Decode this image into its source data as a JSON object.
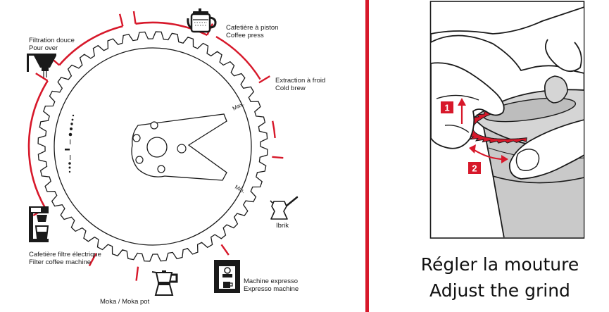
{
  "colors": {
    "accent": "#d7182a",
    "ink": "#1a1a1a",
    "skin": "#ffffff",
    "grinder": "#c9c9c9"
  },
  "methods": [
    {
      "id": "cafetiere-piston",
      "lines": [
        "Cafetière à piston",
        "Coffee press"
      ],
      "icon": "french-press-icon"
    },
    {
      "id": "cold-brew",
      "lines": [
        "Extraction à froid",
        "Cold brew"
      ],
      "icon": ""
    },
    {
      "id": "ibrik",
      "lines": [
        "Ibrik"
      ],
      "icon": "ibrik-icon"
    },
    {
      "id": "expresso",
      "lines": [
        "Machine expresso",
        "Expresso machine"
      ],
      "icon": "espresso-machine-icon"
    },
    {
      "id": "moka",
      "lines": [
        "Moka / Moka pot"
      ],
      "icon": "moka-pot-icon"
    },
    {
      "id": "filtre-electrique",
      "lines": [
        "Cafetière filtre électrique",
        "Filter coffee machine"
      ],
      "icon": "drip-machine-icon"
    },
    {
      "id": "filtration-douce",
      "lines": [
        "Filtration douce",
        "Pour over"
      ],
      "icon": "pour-over-icon"
    }
  ],
  "dial": {
    "max_label": "Max.",
    "min_label": "Min."
  },
  "steps": [
    "1",
    "2"
  ],
  "caption": {
    "fr": "Régler la mouture",
    "en": "Adjust the grind"
  }
}
